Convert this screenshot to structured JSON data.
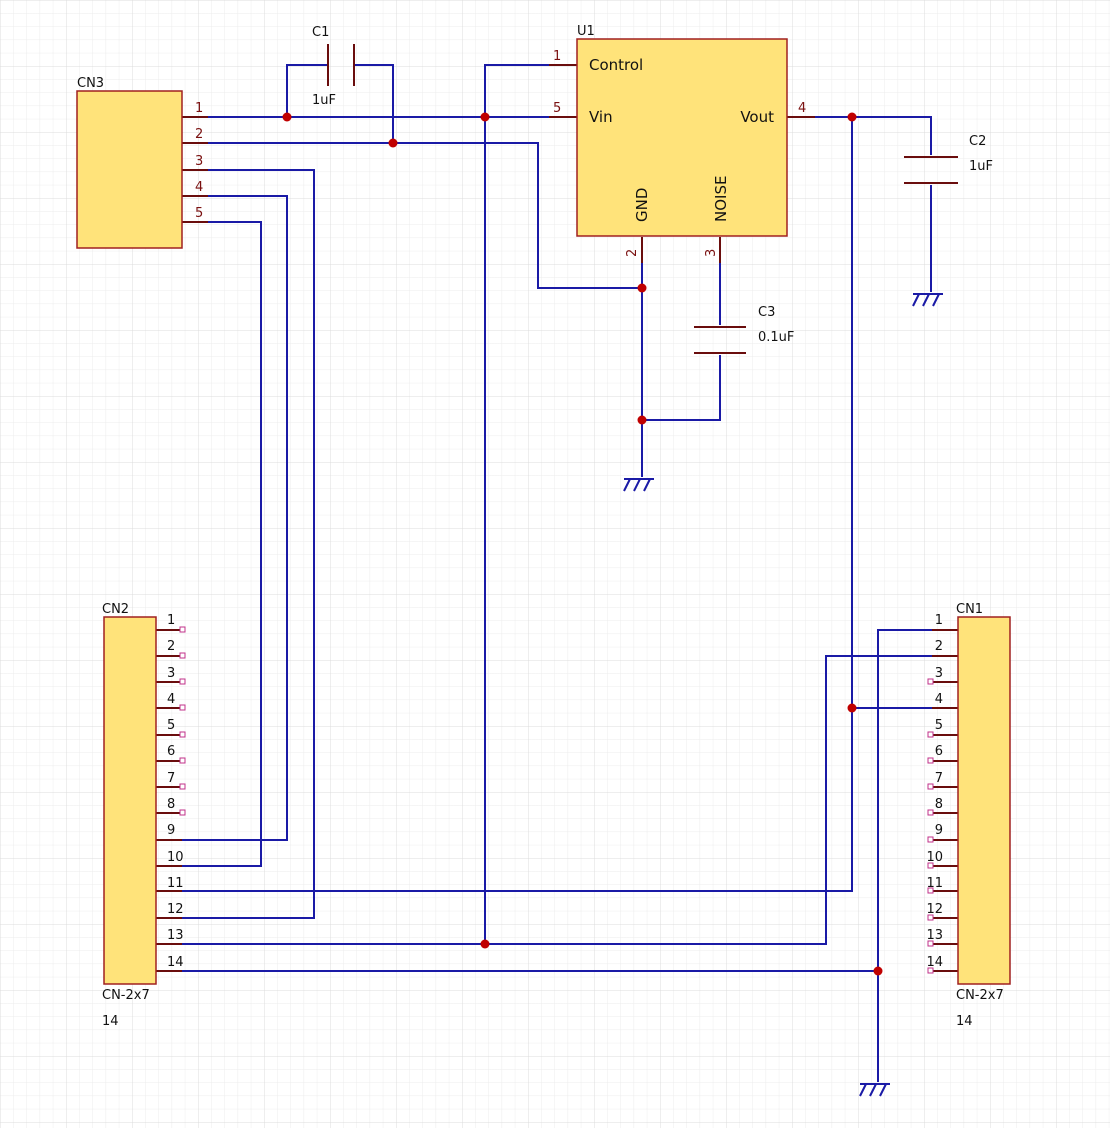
{
  "colors": {
    "grid_minor": "#ececec",
    "grid_major": "#dcdcdc",
    "body_fill": "#ffe37a",
    "body_stroke": "#a02020",
    "wire": "#1a1aa6",
    "pin": "#6a0d0d",
    "junction": "#c00000",
    "pin_number": "#7a1010",
    "label": "#111111",
    "ground": "#1a1aa6"
  },
  "components": {
    "u1": {
      "ref": "U1",
      "pins": {
        "control": {
          "name": "Control",
          "number": "1"
        },
        "vin": {
          "name": "Vin",
          "number": "5"
        },
        "vout": {
          "name": "Vout",
          "number": "4"
        },
        "gnd": {
          "name": "GND",
          "number": "2"
        },
        "noise": {
          "name": "NOISE",
          "number": "3"
        }
      }
    },
    "cn3": {
      "ref": "CN3",
      "pins": [
        "1",
        "2",
        "3",
        "4",
        "5"
      ]
    },
    "cn2": {
      "ref": "CN2",
      "type": "CN-2x7",
      "count": "14",
      "pins": [
        "1",
        "2",
        "3",
        "4",
        "5",
        "6",
        "7",
        "8",
        "9",
        "10",
        "11",
        "12",
        "13",
        "14"
      ]
    },
    "cn1": {
      "ref": "CN1",
      "type": "CN-2x7",
      "count": "14",
      "pins": [
        "1",
        "2",
        "3",
        "4",
        "5",
        "6",
        "7",
        "8",
        "9",
        "10",
        "11",
        "12",
        "13",
        "14"
      ]
    },
    "c1": {
      "ref": "C1",
      "value": "1uF"
    },
    "c2": {
      "ref": "C2",
      "value": "1uF"
    },
    "c3": {
      "ref": "C3",
      "value": "0.1uF"
    }
  }
}
